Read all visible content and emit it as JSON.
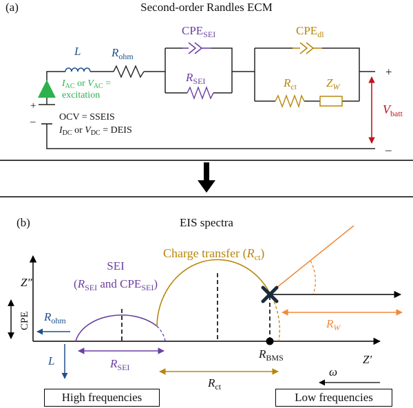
{
  "panel_a": {
    "label": "(a)",
    "title": "Second-order Randles ECM",
    "inductor": "L",
    "r_ohm": {
      "main": "R",
      "sub": "ohm"
    },
    "cpe_sei": {
      "main": "CPE",
      "sub": "SEI"
    },
    "r_sei": {
      "main": "R",
      "sub": "SEI"
    },
    "cpe_dl": {
      "main": "CPE",
      "sub": "dl"
    },
    "r_ct": {
      "main": "R",
      "sub": "ct"
    },
    "z_w": {
      "main": "Z",
      "sub": "W"
    },
    "source_plus": "+",
    "source_minus": "–",
    "excitation": {
      "line1_a": "I",
      "line1_a_sub": "AC",
      "line1_or": " or ",
      "line1_b": "V",
      "line1_b_sub": "AC",
      "line1_eq": " =",
      "line2": "excitation"
    },
    "ocv_text": "OCV = SSEIS",
    "dc_text": {
      "a": "I",
      "a_sub": "DC",
      "or": " or ",
      "b": "V",
      "b_sub": "DC",
      "rest": " = DEIS"
    },
    "terminal_plus": "+",
    "terminal_minus": "–",
    "v_batt": {
      "main": "V",
      "sub": "batt"
    }
  },
  "panel_b": {
    "label": "(b)",
    "title": "EIS spectra",
    "sei_title": "SEI",
    "sei_sub": {
      "open": "(",
      "r": "R",
      "r_sub": "SEI",
      "mid": " and CPE",
      "cpe_sub": "SEI",
      "close": ")"
    },
    "charge_transfer": {
      "text": "Charge transfer (",
      "r": "R",
      "r_sub": "ct",
      "close": ")"
    },
    "z_imag": "Z″",
    "cpe_label": "CPE",
    "r_ohm": {
      "main": "R",
      "sub": "ohm"
    },
    "l_label": "L",
    "r_sei": {
      "main": "R",
      "sub": "SEI"
    },
    "r_bms": {
      "main": "R",
      "sub": "BMS"
    },
    "r_ct": {
      "main": "R",
      "sub": "ct"
    },
    "r_w": {
      "main": "R",
      "sub": "W"
    },
    "z_real": "Z′",
    "omega": "ω",
    "high_freq": "High frequencies",
    "low_freq": "Low frequencies"
  },
  "colors": {
    "blue": "#1f4e8c",
    "purple": "#6b3fa0",
    "gold": "#b8860b",
    "green": "#2bb24c",
    "red": "#c0141c",
    "orange": "#f08a3c"
  }
}
